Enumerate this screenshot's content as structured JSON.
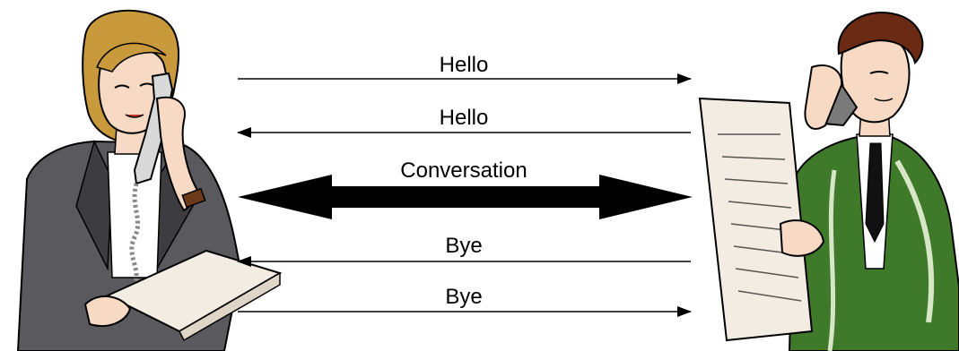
{
  "diagram": {
    "participants": [
      {
        "role": "woman-on-desk-phone",
        "side": "left"
      },
      {
        "role": "man-on-mobile-phone-with-newspaper",
        "side": "right"
      }
    ],
    "messages": [
      {
        "label": "Hello",
        "direction": "left-to-right"
      },
      {
        "label": "Hello",
        "direction": "right-to-left"
      },
      {
        "label": "Conversation",
        "direction": "both"
      },
      {
        "label": "Bye",
        "direction": "right-to-left"
      },
      {
        "label": "Bye",
        "direction": "left-to-right"
      }
    ]
  },
  "colors": {
    "arrow": "#000000",
    "jacket_woman": "#5a5a5e",
    "jacket_man": "#3f7a2a",
    "hair_woman": "#c89a3c",
    "hair_man": "#6b2a14",
    "skin": "#f7d9c4",
    "paper": "#f3ece2"
  }
}
